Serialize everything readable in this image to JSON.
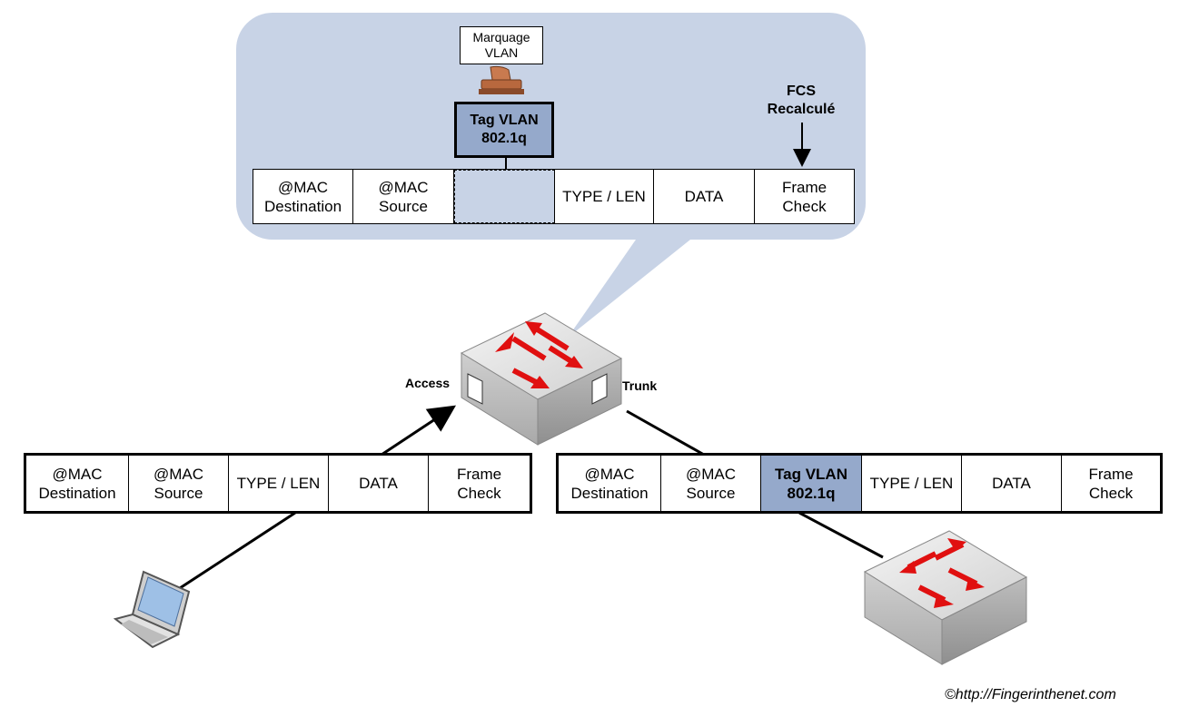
{
  "stamp": {
    "label": "Marquage\nVLAN"
  },
  "tag_box": {
    "label": "Tag VLAN\n802.1q"
  },
  "fcs_note": "FCS\nRecalculé",
  "ports": {
    "access": "Access",
    "trunk": "Trunk"
  },
  "callout_frame": {
    "cells": [
      {
        "text": "@MAC\nDestination"
      },
      {
        "text": "@MAC\nSource"
      },
      {
        "text": ""
      },
      {
        "text": "TYPE / LEN"
      },
      {
        "text": "DATA"
      },
      {
        "text": "Frame\nCheck"
      }
    ]
  },
  "access_frame": {
    "cells": [
      {
        "text": "@MAC\nDestination"
      },
      {
        "text": "@MAC\nSource"
      },
      {
        "text": "TYPE / LEN"
      },
      {
        "text": "DATA"
      },
      {
        "text": "Frame\nCheck"
      }
    ]
  },
  "trunk_frame": {
    "cells": [
      {
        "text": "@MAC\nDestination"
      },
      {
        "text": "@MAC\nSource"
      },
      {
        "text": "Tag VLAN\n802.1q"
      },
      {
        "text": "TYPE / LEN"
      },
      {
        "text": "DATA"
      },
      {
        "text": "Frame\nCheck"
      }
    ]
  },
  "copyright": "©http://Fingerinthenet.com",
  "colors": {
    "callout_bg": "#c8d3e6",
    "tag_fill": "#95a9cb",
    "arrow_red": "#e01010"
  },
  "icons": [
    "stamp-icon",
    "switch-icon",
    "laptop-icon"
  ]
}
